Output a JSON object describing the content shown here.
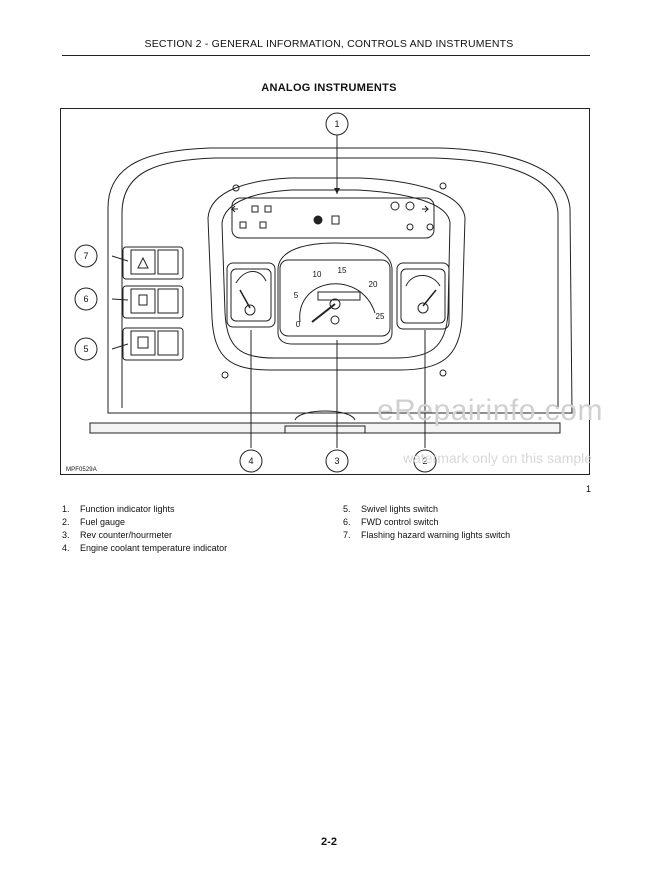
{
  "header": {
    "section": "SECTION 2 - GENERAL INFORMATION, CONTROLS AND INSTRUMENTS"
  },
  "title": "ANALOG INSTRUMENTS",
  "figure": {
    "id": "MPF0529A",
    "number": "1",
    "callouts": [
      "1",
      "2",
      "3",
      "4",
      "5",
      "6",
      "7"
    ],
    "tacho_ticks": [
      "0",
      "5",
      "10",
      "15",
      "20",
      "25"
    ]
  },
  "legend": {
    "left": [
      {
        "num": "1.",
        "text": "Function indicator lights"
      },
      {
        "num": "2.",
        "text": "Fuel gauge"
      },
      {
        "num": "3.",
        "text": "Rev counter/hourmeter"
      },
      {
        "num": "4.",
        "text": "Engine coolant temperature indicator"
      }
    ],
    "right": [
      {
        "num": "5.",
        "text": "Swivel lights switch"
      },
      {
        "num": "6.",
        "text": "FWD control switch"
      },
      {
        "num": "7.",
        "text": "Flashing hazard warning lights switch"
      }
    ]
  },
  "watermark": {
    "site": "eRepairinfo.com",
    "note": "watermark only on this sample"
  },
  "page_number": "2-2"
}
